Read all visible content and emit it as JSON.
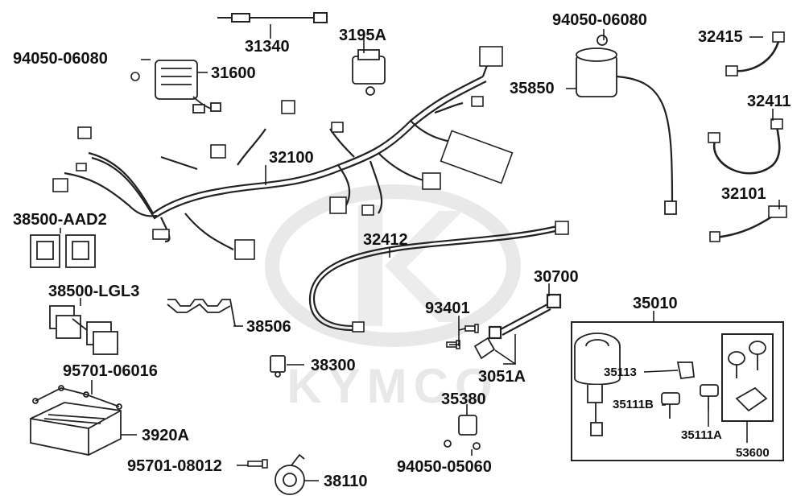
{
  "watermark": "KYMCO",
  "labels": {
    "p31340": "31340",
    "p3195A": "3195A",
    "p94050_06080_top": "94050-06080",
    "p94050_06080_left": "94050-06080",
    "p31600": "31600",
    "p32415": "32415",
    "p35850": "35850",
    "p32411": "32411",
    "p32100": "32100",
    "p32101": "32101",
    "p38500_AAD2": "38500-AAD2",
    "p32412": "32412",
    "p38500_LGL3": "38500-LGL3",
    "p30700": "30700",
    "p35010": "35010",
    "p38506": "38506",
    "p93401": "93401",
    "p38300": "38300",
    "p3051A": "3051A",
    "p35113": "35113",
    "p95701_06016": "95701-06016",
    "p35380": "35380",
    "p35111B": "35111B",
    "p3920A": "3920A",
    "p35111A": "35111A",
    "p53600": "53600",
    "p95701_08012": "95701-08012",
    "p94050_05060": "94050-05060",
    "p38110": "38110"
  }
}
